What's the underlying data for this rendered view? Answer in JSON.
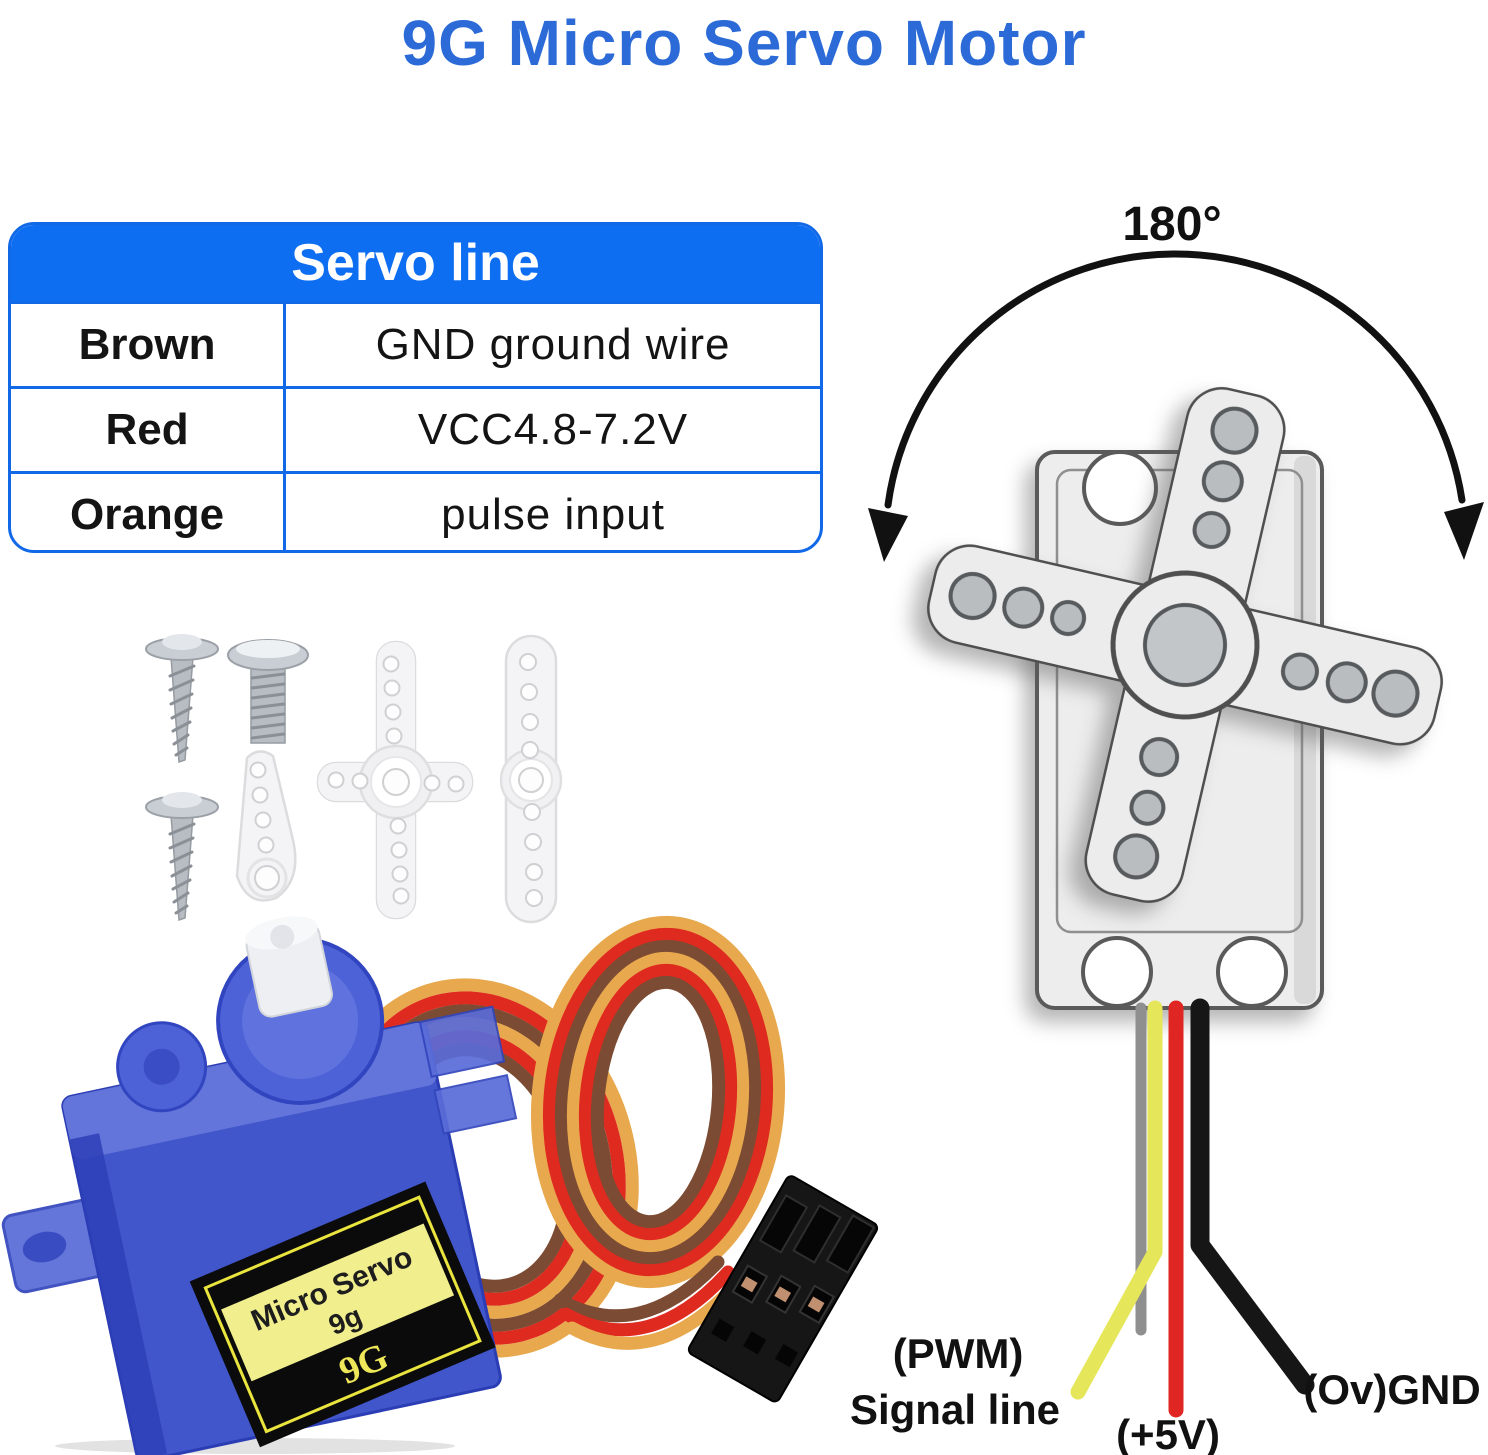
{
  "title": "9G Micro Servo Motor",
  "colors": {
    "title_blue": "#2c6bd7",
    "header_blue": "#0d6ef2",
    "border_blue": "#1269e8",
    "ink": "#111111",
    "wire_yellow": "#e6e65a",
    "wire_red": "#e02622",
    "wire_black": "#161616",
    "servo_blue": "#4156cb",
    "label_yellow": "#f1ee8e",
    "coil_orange": "#e8a94e",
    "coil_red": "#df2a20",
    "coil_brown": "#7c4b33"
  },
  "servo_table": {
    "header": "Servo line",
    "rows": [
      {
        "color": "Brown",
        "desc": "GND ground wire"
      },
      {
        "color": "Red",
        "desc": "VCC4.8-7.2V"
      },
      {
        "color": "Orange",
        "desc": "pulse input"
      }
    ]
  },
  "diagram": {
    "angle_label": "180°",
    "labels": {
      "pwm": "(PWM)",
      "signal": "Signal line",
      "v5": "(+5V)",
      "gnd": "(Ov)GND"
    }
  },
  "photo": {
    "servo_label": {
      "line1": "Micro Servo",
      "line2": "9g",
      "line3": "9G"
    }
  }
}
